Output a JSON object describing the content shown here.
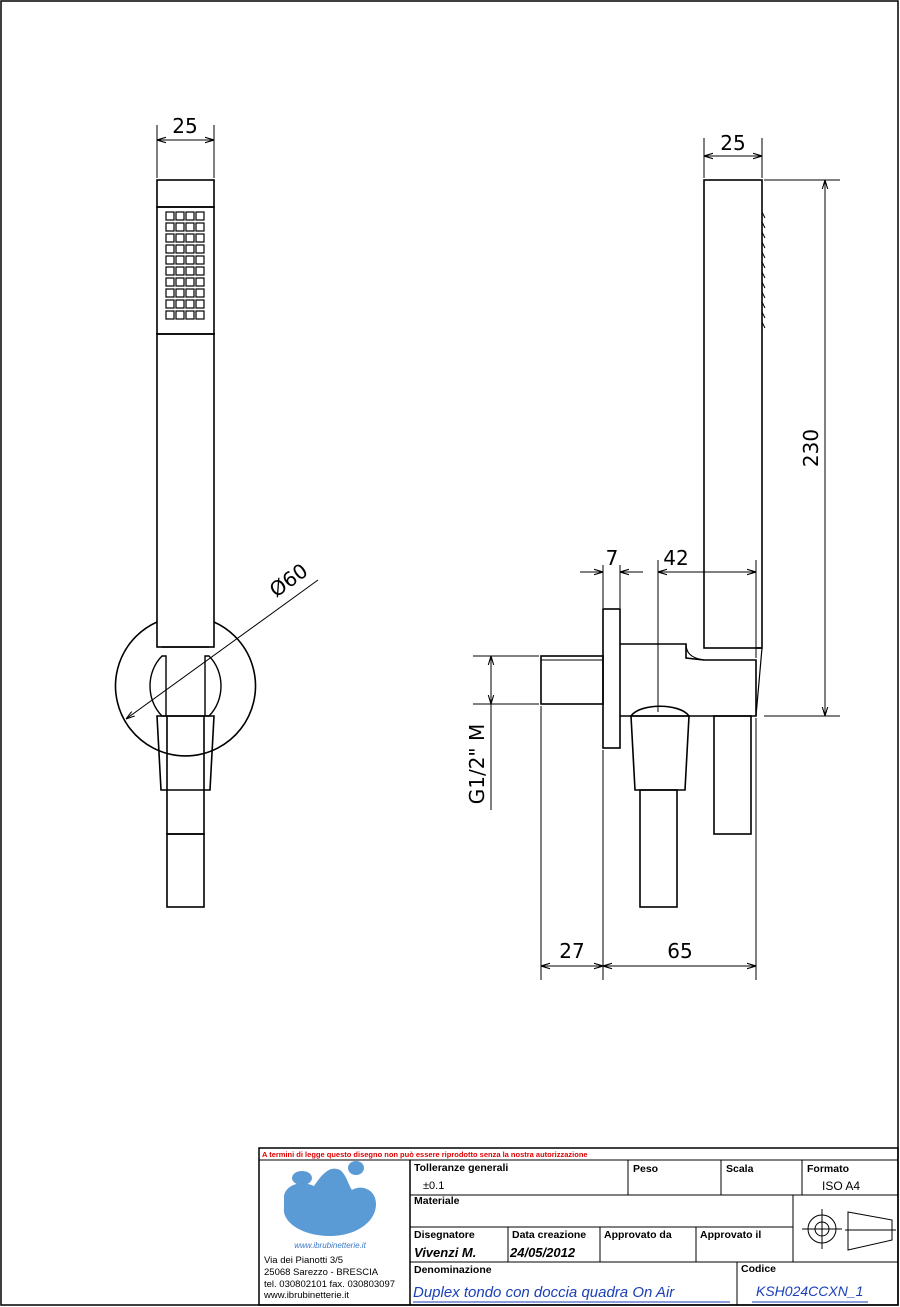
{
  "drawing": {
    "front_view": {
      "width_dim": "25",
      "diameter_dim": "Ø60"
    },
    "side_view": {
      "width_dim": "25",
      "height_dim": "230",
      "flange_dim": "7",
      "offset_dim": "42",
      "thread_dim": "G1/2\" M",
      "depth_left_dim": "27",
      "depth_right_dim": "65"
    }
  },
  "title_block": {
    "warning": "A termini di legge questo disegno non può essere riprodotto senza la nostra autorizzazione",
    "company": {
      "website_logo": "www.ibrubinetterie.it",
      "address_line1": "Via dei Pianotti 3/5",
      "address_line2": "25068 Sarezzo - BRESCIA",
      "phone": "tel. 030802101 fax. 030803097",
      "website": "www.ibrubinetterie.it",
      "logo_color": "#5b9bd5"
    },
    "tolerances_label": "Tolleranze generali",
    "tolerances_value": "±0.1",
    "weight_label": "Peso",
    "weight_value": "",
    "scale_label": "Scala",
    "scale_value": "",
    "format_label": "Formato",
    "format_value": "ISO A4",
    "material_label": "Materiale",
    "material_value": "",
    "designer_label": "Disegnatore",
    "designer_value": "Vivenzi M.",
    "created_label": "Data creazione",
    "created_value": "24/05/2012",
    "approved_by_label": "Approvato da",
    "approved_by_value": "",
    "approved_on_label": "Approvato il",
    "approved_on_value": "",
    "name_label": "Denominazione",
    "name_value": "Duplex tondo con doccia quadra On Air",
    "code_label": "Codice",
    "code_value": "KSH024CCXN_1"
  },
  "colors": {
    "line": "#000000",
    "warning": "#e00000",
    "value_text": "#1a3fb8"
  }
}
